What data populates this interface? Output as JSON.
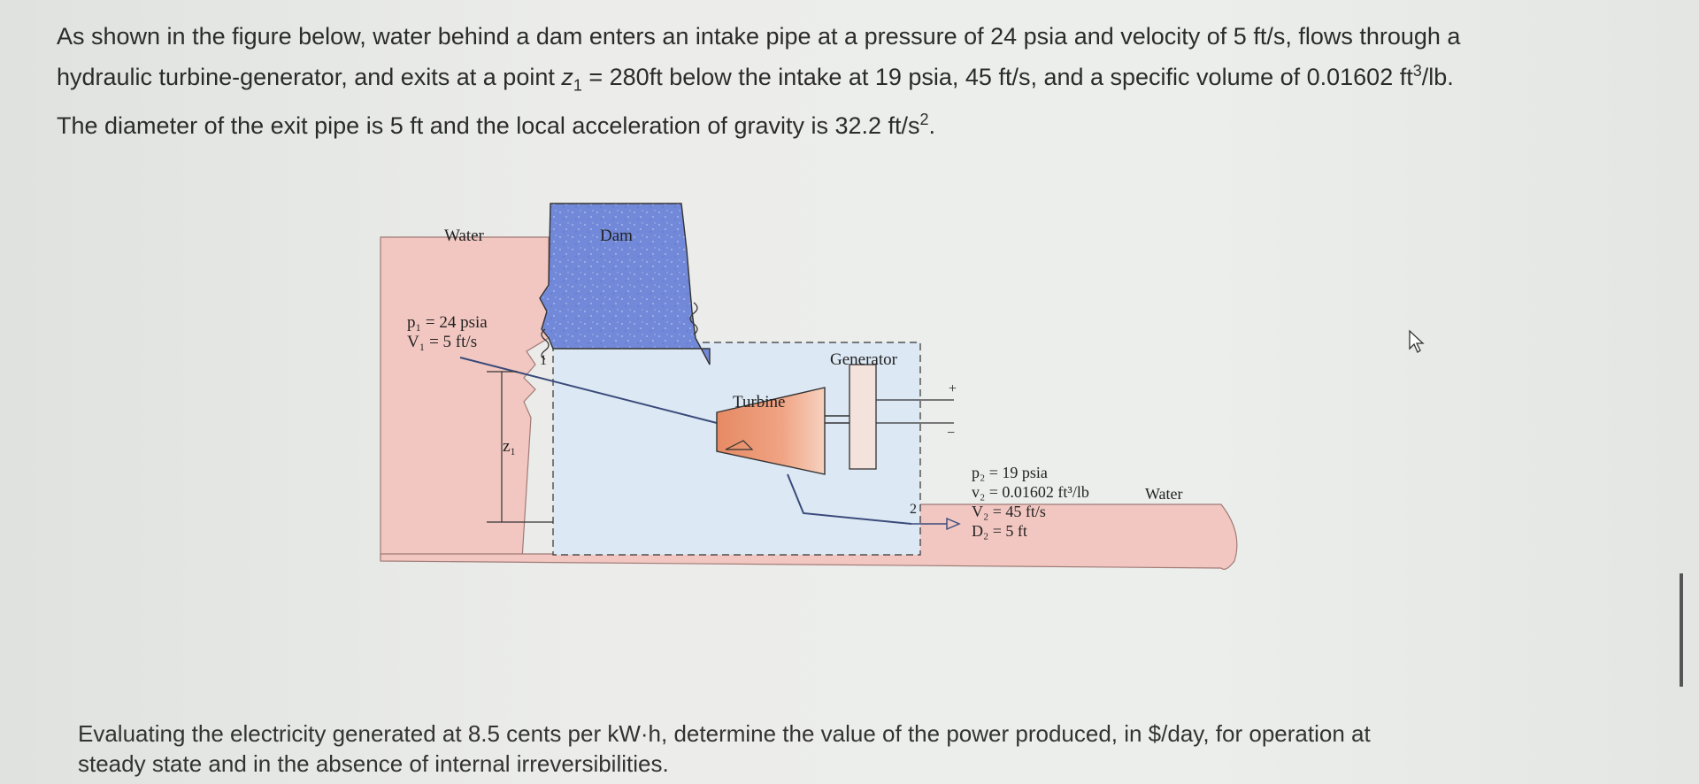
{
  "problem": {
    "line1": "As shown in the figure below, water behind a dam enters an intake pipe at a pressure of 24 psia and velocity of 5 ft/s, flows through a",
    "line2_a": "hydraulic turbine-generator, and exits at a point ",
    "line2_z": "z",
    "line2_sub": "1",
    "line2_b": " = 280ft below the intake at 19 psia, 45 ft/s, and a specific volume of 0.01602 ft",
    "line2_sup": "3",
    "line2_c": "/lb.",
    "line3_a": "The diameter of the exit pipe is 5 ft and the local acceleration of gravity is 32.2 ft/s",
    "line3_sup": "2",
    "line3_c": "."
  },
  "figure": {
    "water_left": "Water",
    "dam": "Dam",
    "p1": "p₁ = 24 psia",
    "v1": "V₁ = 5 ft/s",
    "state1": "1",
    "z1": "z₁",
    "turbine": "Turbine",
    "generator": "Generator",
    "plus": "+",
    "minus": "−",
    "state2": "2",
    "p2": "p₂ = 19 psia",
    "v2spec": "v₂ = 0.01602 ft³/lb",
    "V2": "V₂ = 45 ft/s",
    "D2": "D₂ = 5 ft",
    "water_right": "Water",
    "colors": {
      "water": "#f1c6c0",
      "dam": "#6f86d6",
      "turbine": "#e9936f",
      "control_volume": "#d7e5f3"
    }
  },
  "question": {
    "line1": "Evaluating the electricity generated at 8.5 cents per kW·h, determine the value of the power produced, in $/day, for operation at",
    "line2": "steady state and in the absence of internal irreversibilities."
  }
}
